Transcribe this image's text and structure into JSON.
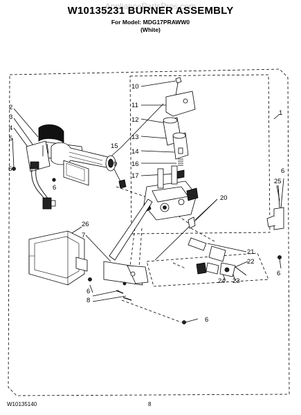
{
  "header": {
    "title": "W10135231 BURNER ASSEMBLY",
    "model_line": "For Model: MDG17PRAWW0",
    "color_line": "(White)",
    "watermark": "AppliancePartsPros.com"
  },
  "footer": {
    "doc_number": "W10135140",
    "page_number": "8"
  },
  "callouts": [
    "1",
    "2",
    "3",
    "4",
    "5",
    "6",
    "6",
    "6",
    "6",
    "6",
    "6",
    "7",
    "8",
    "9",
    "10",
    "11",
    "12",
    "13",
    "14",
    "15",
    "16",
    "17",
    "20",
    "21",
    "22",
    "23",
    "24",
    "25",
    "26"
  ]
}
